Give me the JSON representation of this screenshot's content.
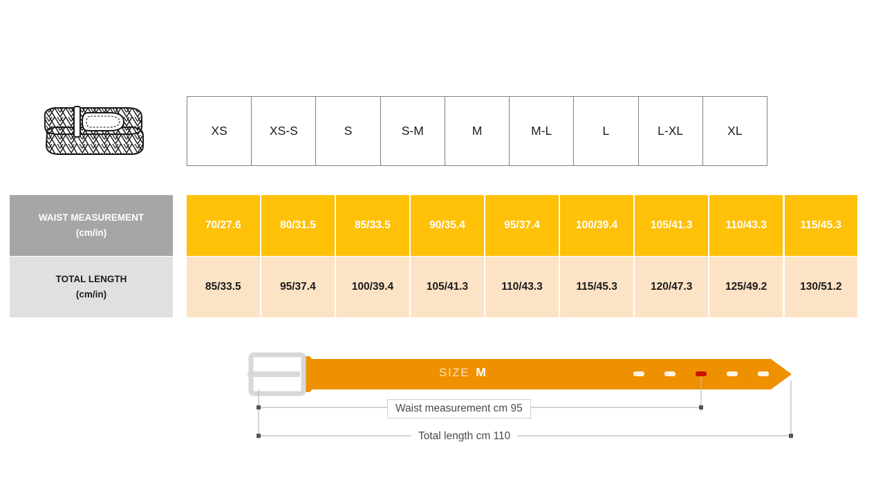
{
  "product_icon": {
    "name": "braided-belt-illustration",
    "description": "coiled braided belt line drawing"
  },
  "size_table": {
    "sizes": [
      "XS",
      "XS-S",
      "S",
      "S-M",
      "M",
      "M-L",
      "L",
      "L-XL",
      "XL"
    ],
    "rows": [
      {
        "key": "waist",
        "label_line1": "WAIST MEASUREMENT",
        "label_line2": "(cm/in)",
        "label_bg": "#A6A6A6",
        "label_color": "#FFFFFF",
        "cell_bg": "#FFC107",
        "cell_color": "#FFFFFF",
        "values": [
          "70/27.6",
          "80/31.5",
          "85/33.5",
          "90/35.4",
          "95/37.4",
          "100/39.4",
          "105/41.3",
          "110/43.3",
          "115/45.3"
        ]
      },
      {
        "key": "total_length",
        "label_line1": "TOTAL LENGTH",
        "label_line2": "(cm/in)",
        "label_bg": "#E0E0E0",
        "label_color": "#1A1A1A",
        "cell_bg": "#FDE3C6",
        "cell_color": "#1A1A1A",
        "values": [
          "85/33.5",
          "95/37.4",
          "100/39.4",
          "105/41.3",
          "110/43.3",
          "115/45.3",
          "120/47.3",
          "125/49.2",
          "130/51.2"
        ]
      }
    ]
  },
  "belt_diagram": {
    "size_prefix": "SIZE",
    "size_value": "M",
    "strap_color": "#EF9000",
    "buckle_color": "#E8E8E8",
    "hole_count": 5,
    "active_hole_index": 2,
    "active_hole_color": "#CC1100",
    "waist_dimension_label": "Waist measurement cm 95",
    "total_length_dimension_label": "Total length cm 110"
  }
}
